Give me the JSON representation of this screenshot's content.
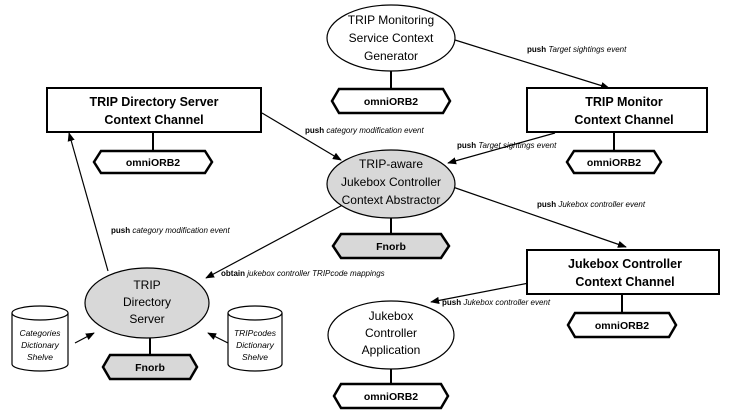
{
  "nodes": {
    "monitoring_generator": {
      "lines": [
        "TRIP Monitoring",
        "Service Context",
        "Generator"
      ]
    },
    "directory_server_channel": {
      "lines": [
        "TRIP Directory Server",
        "Context Channel"
      ]
    },
    "monitor_channel": {
      "lines": [
        "TRIP Monitor",
        "Context Channel"
      ]
    },
    "jukebox_abstractor": {
      "lines": [
        "TRIP-aware",
        "Jukebox Controller",
        "Context Abstractor"
      ]
    },
    "jukebox_channel": {
      "lines": [
        "Jukebox Controller",
        "Context Channel"
      ]
    },
    "directory_server": {
      "lines": [
        "TRIP",
        "Directory",
        "Server"
      ]
    },
    "jukebox_app": {
      "lines": [
        "Jukebox",
        "Controller",
        "Application"
      ]
    },
    "categories_shelve": {
      "lines": [
        "Categories",
        "Dictionary",
        "Shelve"
      ]
    },
    "tripcodes_shelve": {
      "lines": [
        "TRIPcodes",
        "Dictionary",
        "Shelve"
      ]
    }
  },
  "orbs": {
    "generator_orb": "omniORB2",
    "directory_channel_orb": "omniORB2",
    "monitor_orb": "omniORB2",
    "abstractor_orb": "Fnorb",
    "jukebox_channel_orb": "omniORB2",
    "directory_server_orb": "Fnorb",
    "jukebox_app_orb": "omniORB2"
  },
  "edges": {
    "e1": {
      "verb": "push",
      "text": "Target sightings event"
    },
    "e2": {
      "verb": "push",
      "text": "Target sightings event"
    },
    "e3": {
      "verb": "push",
      "text": "category modification event"
    },
    "e4": {
      "verb": "push",
      "text": "Jukebox controller event"
    },
    "e5": {
      "verb": "push",
      "text": "Jukebox controller event"
    },
    "e6": {
      "verb": "push",
      "text": "category modification event"
    },
    "e7": {
      "verb": "obtain",
      "text": "jukebox controller TRIPcode mappings"
    }
  }
}
